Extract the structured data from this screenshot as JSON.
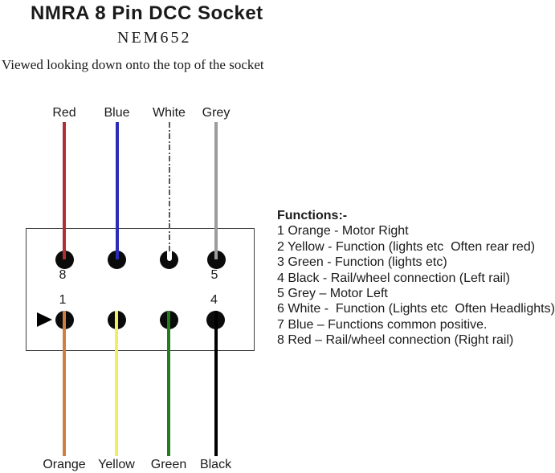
{
  "header": {
    "title": "NMRA 8 Pin DCC Socket",
    "subtitle": "NEM652",
    "view_note": "Viewed looking down onto the top of the socket"
  },
  "colors": {
    "red": "#b22e2e",
    "blue": "#2b2bb8",
    "white_dash": "#5a5a5a",
    "grey": "#9c9c9c",
    "orange": "#d07f3f",
    "yellow": "#efef5f",
    "green": "#1f7f1f",
    "black": "#000000",
    "pin_fill": "#0b0b0b"
  },
  "top_row": [
    {
      "pin": 8,
      "label": "Red",
      "color": "#b22e2e",
      "dashed": false,
      "number_label": "8"
    },
    {
      "pin": 7,
      "label": "Blue",
      "color": "#2b2bb8",
      "dashed": false,
      "number_label": null
    },
    {
      "pin": 6,
      "label": "White",
      "color": "#5a5a5a",
      "dashed": true,
      "number_label": null
    },
    {
      "pin": 5,
      "label": "Grey",
      "color": "#9c9c9c",
      "dashed": false,
      "number_label": "5"
    }
  ],
  "bottom_row": [
    {
      "pin": 1,
      "label": "Orange",
      "color": "#d07f3f",
      "dashed": false,
      "number_label": "1"
    },
    {
      "pin": 2,
      "label": "Yellow",
      "color": "#efef5f",
      "dashed": false,
      "number_label": null
    },
    {
      "pin": 3,
      "label": "Green",
      "color": "#1f7f1f",
      "dashed": false,
      "number_label": null
    },
    {
      "pin": 4,
      "label": "Black",
      "color": "#000000",
      "dashed": false,
      "number_label": "4"
    }
  ],
  "functions": {
    "heading": "Functions:-",
    "items": [
      "1 Orange - Motor Right",
      "2 Yellow - Function (lights etc  Often rear red)",
      "3 Green - Function (lights etc)",
      "4 Black - Rail/wheel connection (Left rail)",
      "5 Grey – Motor Left",
      "6 White -  Function (Lights etc  Often Headlights)",
      "7 Blue – Functions common positive.",
      "8 Red – Rail/wheel connection (Right rail)"
    ]
  }
}
